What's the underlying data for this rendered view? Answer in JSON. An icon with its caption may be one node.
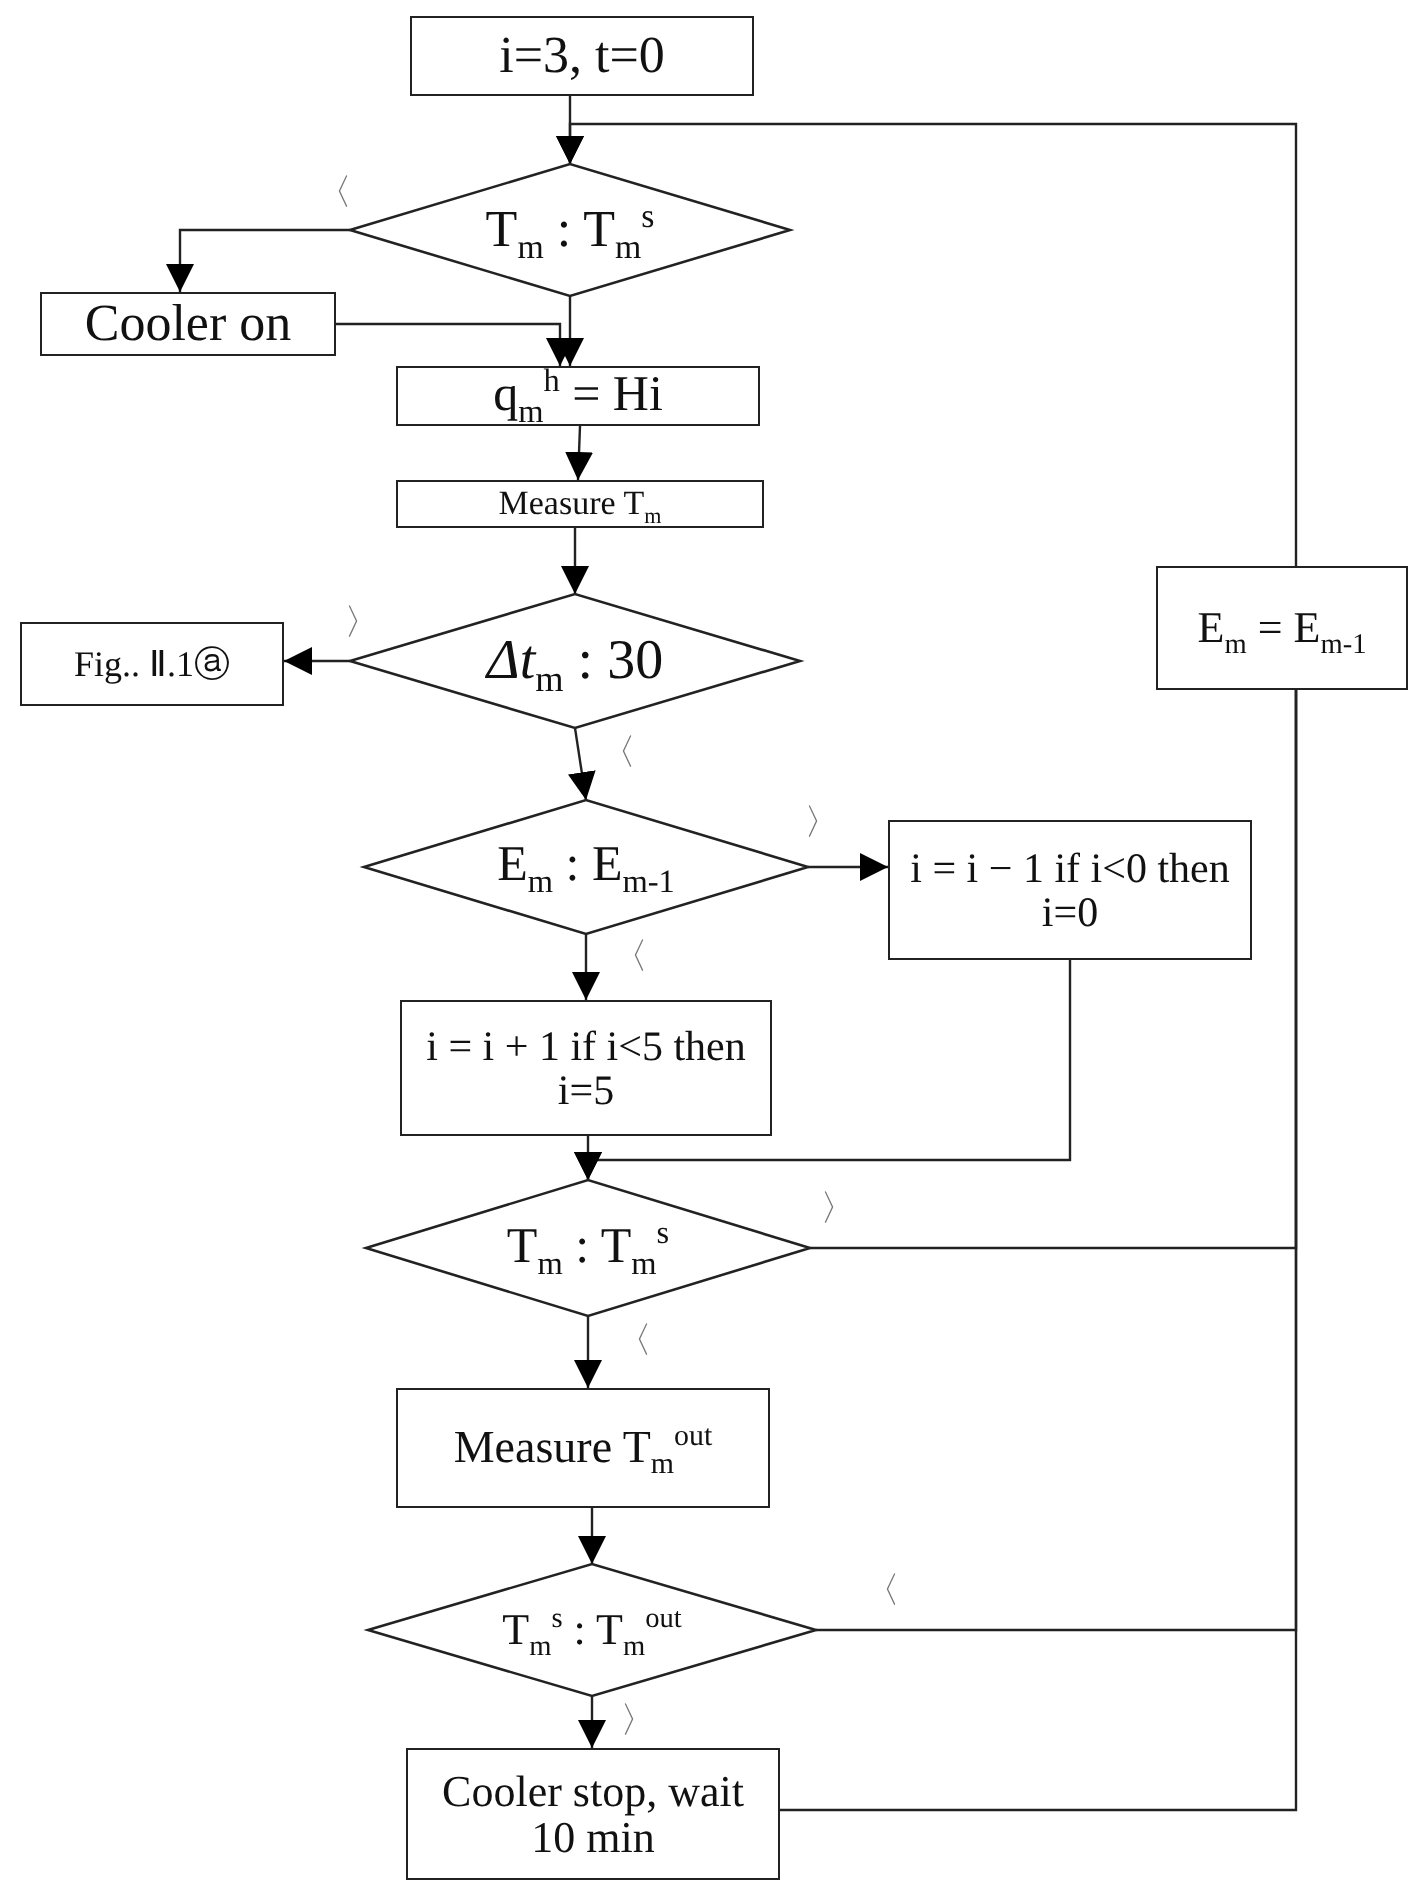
{
  "diagram": {
    "nodes": [
      {
        "text": [
          "i=3, t=0"
        ]
      },
      {
        "text": [
          "T$_{m}$ : T$_{m}$$^{s}$"
        ]
      },
      {
        "text": [
          "Cooler on"
        ]
      },
      {
        "text": [
          "q$_{m}$$^{h}$ = Hi"
        ]
      },
      {
        "text": [
          "Measure T$_{m}$"
        ]
      },
      {
        "text": [
          "*Δt*$_{m}$ : 30"
        ]
      },
      {
        "text": [
          "Fig.. Ⅱ.1ⓐ"
        ]
      },
      {
        "text": [
          "E$_{m}$ : E$_{m-1}$"
        ]
      },
      {
        "text": [
          "i = i − 1 if i<0 then i=0"
        ]
      },
      {
        "text": [
          "i = i + 1 if i<5 then i=5"
        ]
      },
      {
        "text": [
          "T$_{m}$ : T$_{m}$$^{s}$"
        ]
      },
      {
        "text": [
          "Measure T$_{m}$$^{out}$"
        ]
      },
      {
        "text": [
          "T$_{m}$$^{s}$ : T$_{m}$$^{out}$"
        ]
      },
      {
        "text": [
          "Cooler stop, wait 10 min"
        ]
      },
      {
        "text": [
          "E$_{m}$ = E$_{m-1}$"
        ]
      }
    ],
    "edges": [
      {
        "from": 0,
        "to": 1,
        "arrow": "to"
      },
      {
        "from": 1,
        "to": 2,
        "arrow": "to",
        "label": "〈"
      },
      {
        "from": 1,
        "to": 3,
        "arrow": "to"
      },
      {
        "from": 2,
        "to": 3,
        "arrow": "to"
      },
      {
        "from": 3,
        "to": 4,
        "arrow": "to"
      },
      {
        "from": 4,
        "to": 5,
        "arrow": "to"
      },
      {
        "from": 5,
        "to": 6,
        "arrow": "to",
        "label": "〉"
      },
      {
        "from": 5,
        "to": 7,
        "arrow": "to",
        "label": "〈"
      },
      {
        "from": 7,
        "to": 8,
        "arrow": "to",
        "label": "〉"
      },
      {
        "from": 7,
        "to": 9,
        "arrow": "to",
        "label": "〈"
      },
      {
        "from": 8,
        "to": 10,
        "arrow": "to"
      },
      {
        "from": 9,
        "to": 10,
        "arrow": "to"
      },
      {
        "from": 10,
        "to": 11,
        "arrow": "to",
        "label": "〈"
      },
      {
        "from": 11,
        "to": 12,
        "arrow": "to"
      },
      {
        "from": 12,
        "to": 13,
        "arrow": "to",
        "label": "〉"
      },
      {
        "from": 10,
        "to": 14,
        "arrow": "none",
        "label": "〉"
      },
      {
        "from": 12,
        "to": 14,
        "arrow": "none",
        "label": "〈"
      },
      {
        "from": 13,
        "to": 14,
        "arrow": "none"
      },
      {
        "from": 14,
        "to": 1,
        "arrow": "to"
      }
    ]
  }
}
